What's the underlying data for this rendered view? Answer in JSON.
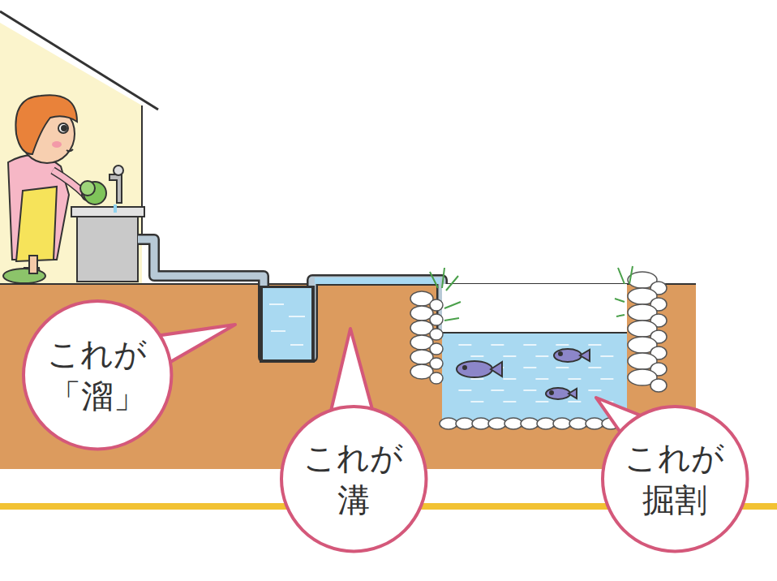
{
  "diagram": {
    "nodes": [
      {
        "text": [
          "これが 「溜」"
        ]
      },
      {
        "text": [
          "これが 溝"
        ]
      },
      {
        "text": [
          "これが 掘割"
        ]
      }
    ]
  }
}
